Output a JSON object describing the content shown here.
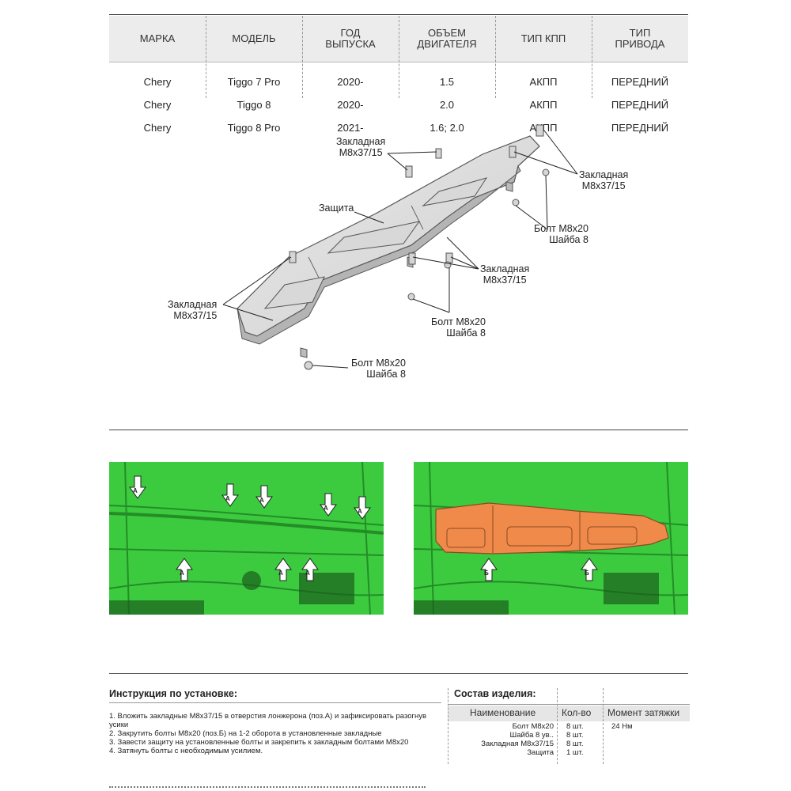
{
  "vehicles": {
    "headers": [
      "МАРКА",
      "МОДЕЛЬ",
      "ГОД\nВЫПУСКА",
      "ОБЪЕМ\nДВИГАТЕЛЯ",
      "ТИП КПП",
      "ТИП\nПРИВОДА"
    ],
    "rows": [
      [
        "Chery",
        "Tiggo 7 Pro",
        "2020-",
        "1.5",
        "АКПП",
        "ПЕРЕДНИЙ"
      ],
      [
        "Chery",
        "Tiggo 8",
        "2020-",
        "2.0",
        "АКПП",
        "ПЕРЕДНИЙ"
      ],
      [
        "Chery",
        "Tiggo 8 Pro",
        "2021-",
        "1.6; 2.0",
        "АКПП",
        "ПЕРЕДНИЙ"
      ]
    ]
  },
  "diagram": {
    "labels": {
      "zakl_top": "Закладная\nМ8х37/15",
      "zakl_right": "Закладная\nМ8х37/15",
      "zashita": "Защита",
      "bolt_right": "Болт М8х20\nШайба 8",
      "zakl_mid": "Закладная\nМ8х37/15",
      "zakl_left": "Закладная\nМ8х37/15",
      "bolt_mid": "Болт М8х20\nШайба 8",
      "bolt_bottom": "Болт М8х20\nШайба 8"
    }
  },
  "photos": {
    "left_markers": [
      "A",
      "A",
      "A",
      "A",
      "A",
      "A",
      "A",
      "A"
    ],
    "right_markers": [
      "Б",
      "Б"
    ],
    "colors": {
      "car": "#34c63a",
      "shield": "#f08a4b"
    }
  },
  "instructions": {
    "title": "Инструкция по установке:",
    "steps": [
      "1. Вложить закладные М8х37/15 в отверстия лонжерона (поз.А) и зафиксировать разогнув усики",
      "2. Закрутить болты М8х20 (поз.Б) на 1-2 оборота в установленные закладные",
      "3. Завести защиту на установленные болты и закрепить к закладным болтами М8х20",
      "4. Затянуть болты с необходимым усилием."
    ]
  },
  "parts": {
    "title": "Состав изделия:",
    "headers": [
      "Наименование",
      "Кол-во",
      "Момент затяжки"
    ],
    "rows": [
      [
        "Болт М8х20",
        "8 шт.",
        "24 Нм"
      ],
      [
        "Шайба 8 ув..",
        "8 шт.",
        ""
      ],
      [
        "Закладная М8х37/15",
        "8 шт.",
        ""
      ],
      [
        "Защита",
        "1 шт.",
        ""
      ]
    ]
  }
}
